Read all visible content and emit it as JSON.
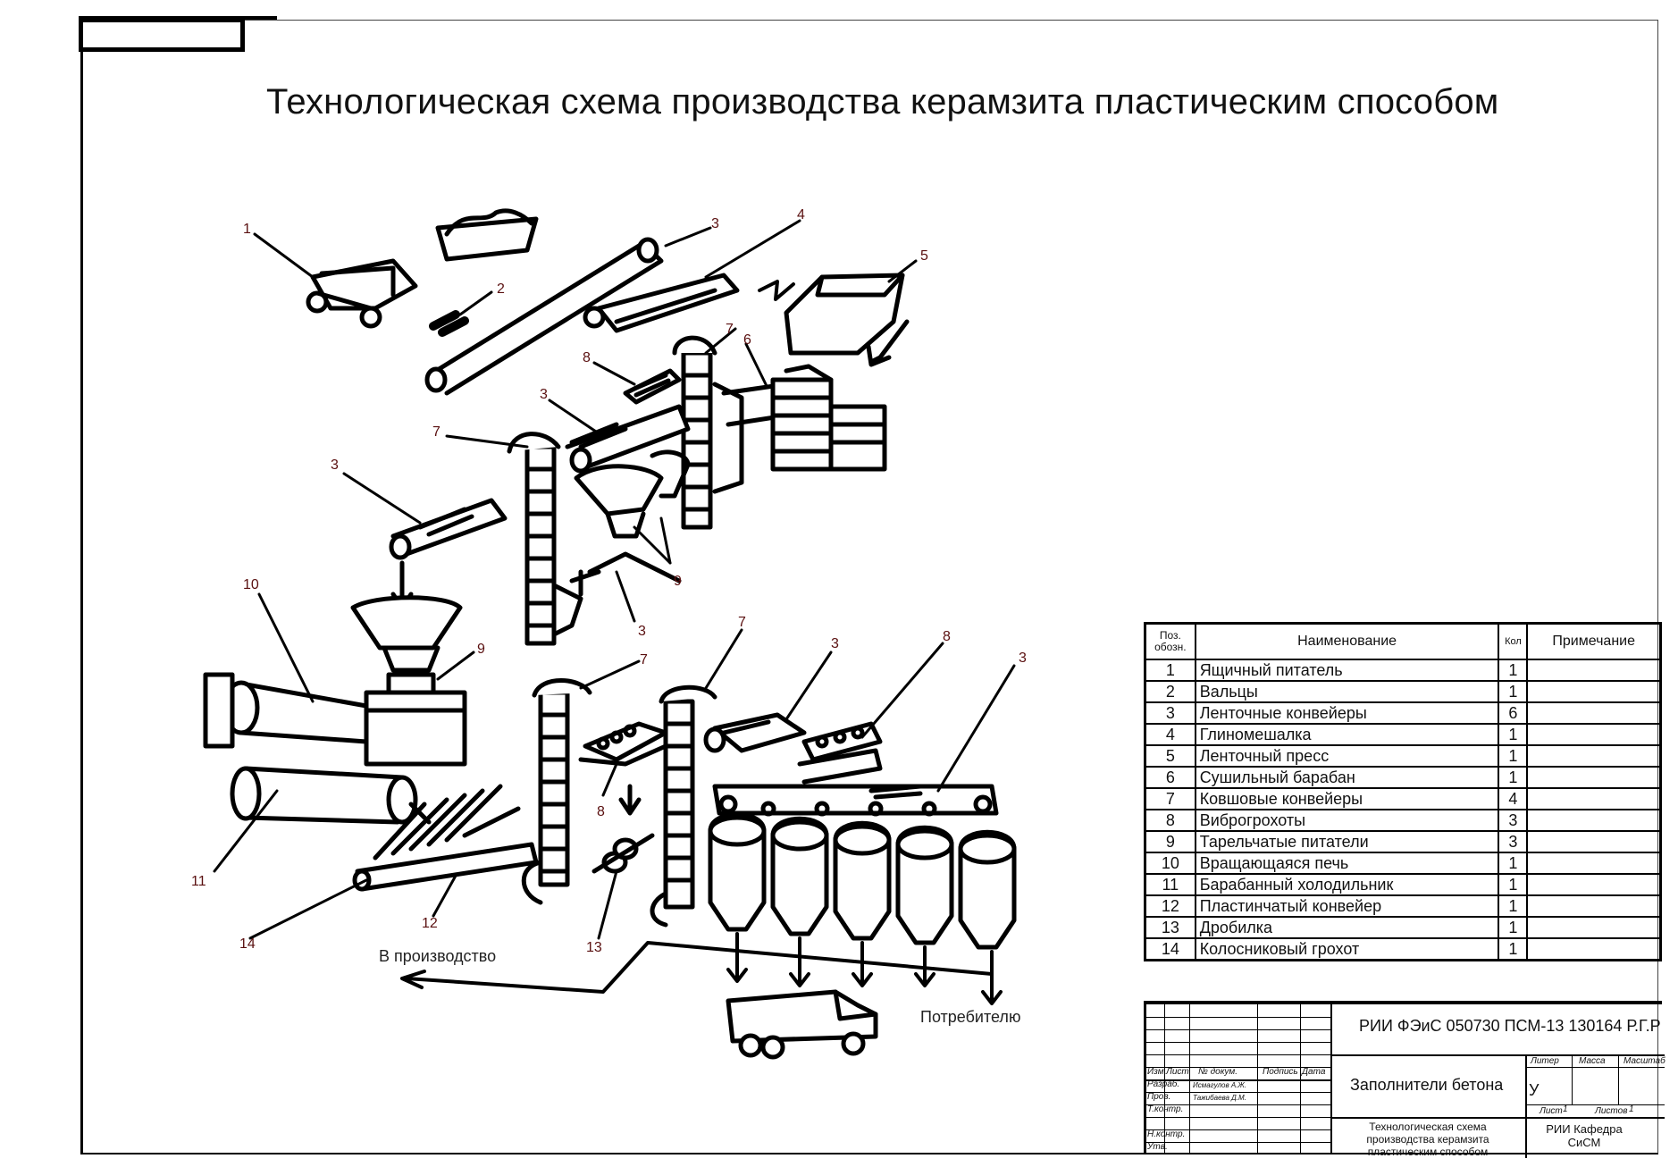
{
  "title": "Технологическая схема производства керамзита пластическим способом",
  "labels": {
    "l1": "1",
    "l2": "2",
    "l3a": "3",
    "l4": "4",
    "l5": "5",
    "l6": "6",
    "l7a": "7",
    "l8a": "8",
    "l3b": "3",
    "l7b": "7",
    "l3c": "3",
    "l9a": "9",
    "l3d": "3",
    "l10": "10",
    "l9b": "9",
    "l11": "11",
    "l14": "14",
    "l12": "12",
    "l13": "13",
    "l8b": "8",
    "l7c": "7",
    "l7d": "7",
    "l3e": "3",
    "l8c": "8",
    "l3f": "3"
  },
  "flows": {
    "to_production": "В производство",
    "to_consumer": "Потребителю"
  },
  "spec_table": {
    "headers": {
      "pos": "Поз. обозн.",
      "name": "Наименование",
      "qty": "Кол",
      "note": "Примечание"
    },
    "rows": [
      {
        "n": "1",
        "name": "Ящичный питатель",
        "q": "1"
      },
      {
        "n": "2",
        "name": "Вальцы",
        "q": "1"
      },
      {
        "n": "3",
        "name": "Ленточные конвейеры",
        "q": "6"
      },
      {
        "n": "4",
        "name": "Глиномешалка",
        "q": "1"
      },
      {
        "n": "5",
        "name": "Ленточный пресс",
        "q": "1"
      },
      {
        "n": "6",
        "name": "Сушильный барабан",
        "q": "1"
      },
      {
        "n": "7",
        "name": "Ковшовые конвейеры",
        "q": "4"
      },
      {
        "n": "8",
        "name": "Виброгрохоты",
        "q": "3"
      },
      {
        "n": "9",
        "name": "Тарельчатые питатели",
        "q": "3"
      },
      {
        "n": "10",
        "name": "Вращающаяся печь",
        "q": "1"
      },
      {
        "n": "11",
        "name": "Барабанный холодильник",
        "q": "1"
      },
      {
        "n": "12",
        "name": "Пластинчатый конвейер",
        "q": "1"
      },
      {
        "n": "13",
        "name": "Дробилка",
        "q": "1"
      },
      {
        "n": "14",
        "name": "Колосниковый грохот",
        "q": "1"
      }
    ]
  },
  "stamp": {
    "code": "РИИ ФЭиС 050730 ПСМ-13 130164 Р.Г.Р",
    "subject": "Заполнители бетона",
    "description": "Технологическая схема производства керамзита пластическим способом",
    "col_izm": "Изм",
    "col_list": "Лист",
    "col_doc": "№ докум.",
    "col_sign": "Подпись",
    "col_date": "Дата",
    "row_razrab": "Разраб.",
    "row_prov": "Пров.",
    "row_tkontr": "Т.контр.",
    "row_nkontr": "Н.контр.",
    "row_utv": "Утв.",
    "razrab_name": "Исмагулов А.Ж.",
    "prov_name": "Тажибаева Д.М.",
    "liter": "Литер",
    "mass": "Масса",
    "scale": "Масштаб",
    "liter_val": "У",
    "sheet": "Лист",
    "sheet_val": "1",
    "sheets": "Листов",
    "sheets_val": "1",
    "org": "РИИ Кафедра СиСМ"
  }
}
